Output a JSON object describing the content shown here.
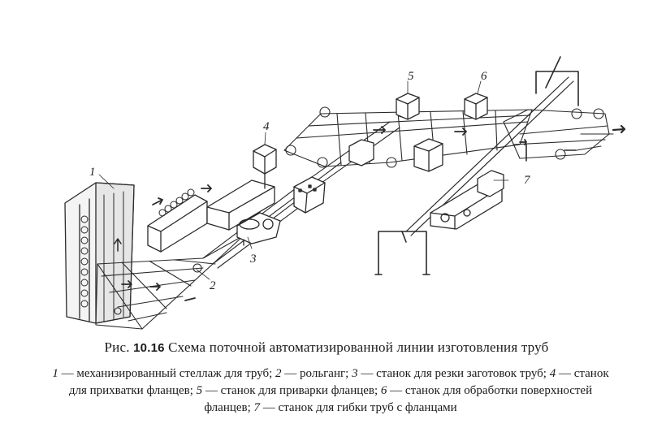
{
  "figure": {
    "labels": [
      "1",
      "2",
      "3",
      "4",
      "5",
      "6",
      "7"
    ]
  },
  "caption": {
    "prefix": "Рис.",
    "number": "10.16",
    "title": "Схема поточной автоматизированной линии изготовления труб"
  },
  "legend": {
    "n1": "1",
    "t1": " — механизированный стеллаж для труб; ",
    "n2": "2",
    "t2": " — рольганг; ",
    "n3": "3",
    "t3": " — станок для резки заготовок труб; ",
    "n4": "4",
    "t4": " — станок для прихватки фланцев; ",
    "n5": "5",
    "t5": " — станок для приварки фланцев; ",
    "n6": "6",
    "t6": " — станок для обработки поверхностей фланцев; ",
    "n7": "7",
    "t7": " — станок для гибки труб с фланцами"
  }
}
